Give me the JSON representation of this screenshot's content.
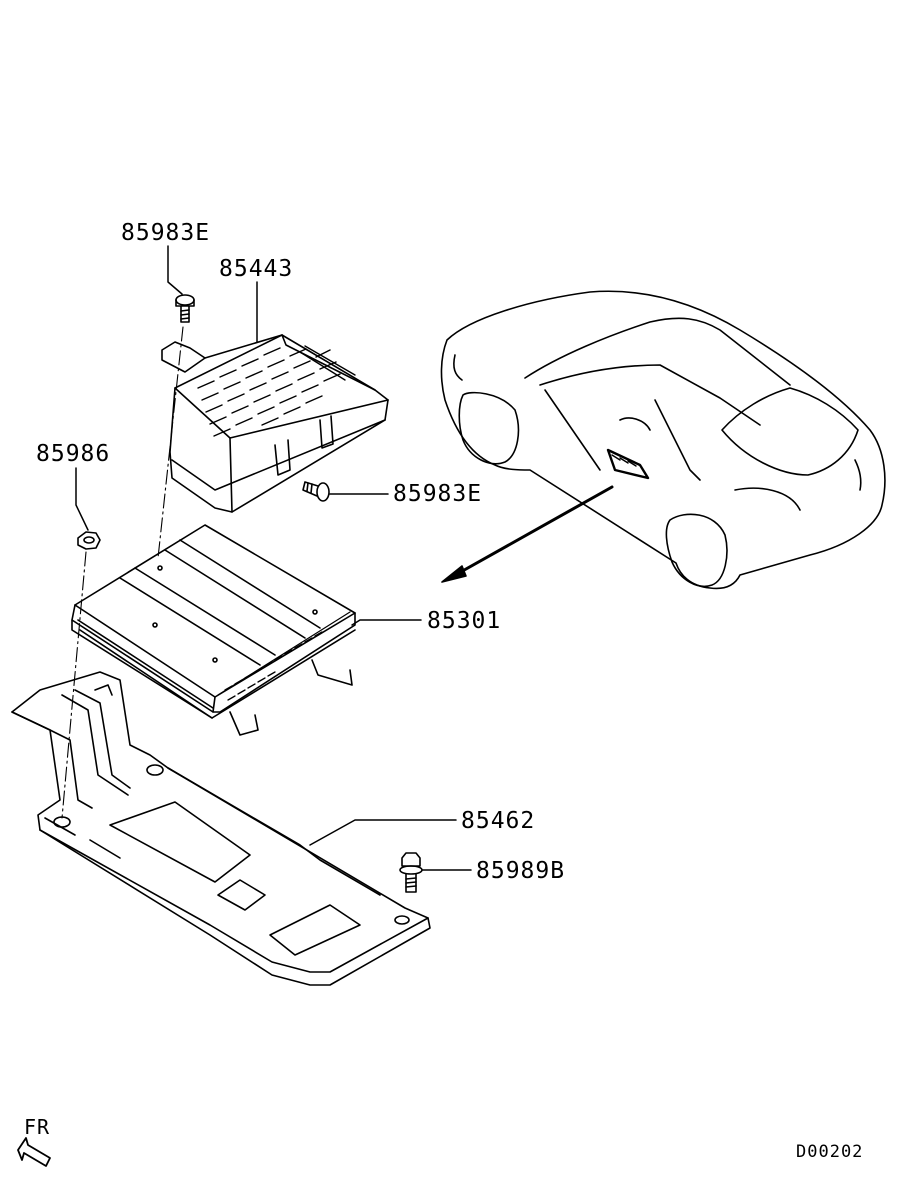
{
  "parts": {
    "p85983E_top": "85983E",
    "p85443": "85443",
    "p85986": "85986",
    "p85983E_side": "85983E",
    "p85301": "85301",
    "p85462": "85462",
    "p85989B": "85989B"
  },
  "orientation": {
    "label": "FR"
  },
  "drawing_code": "D00202",
  "colors": {
    "line": "#000000",
    "background": "#ffffff"
  }
}
